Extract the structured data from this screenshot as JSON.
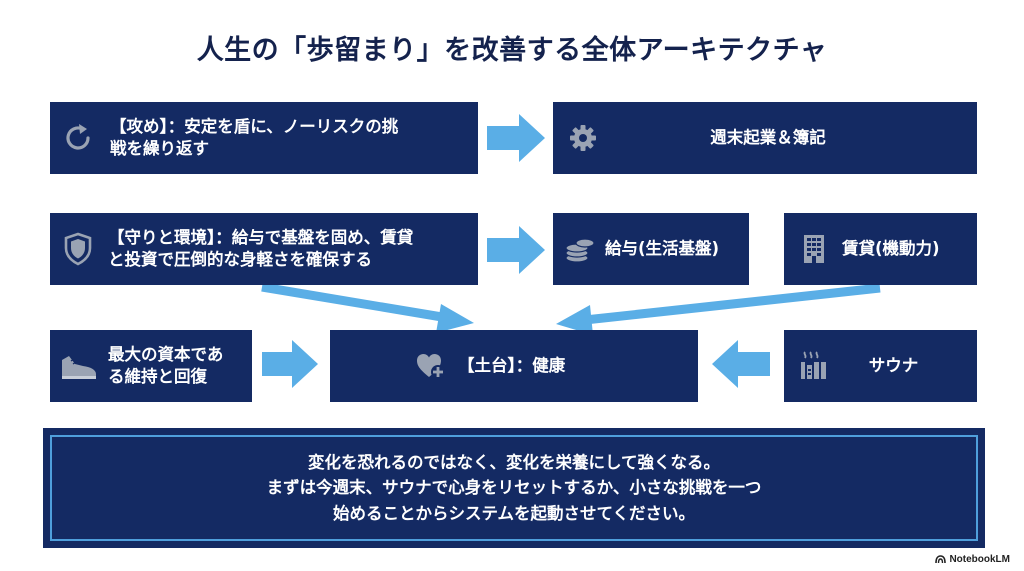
{
  "title": "人生の「歩留まり」を改善する全体アーキテクチャ",
  "row1": {
    "attack": {
      "icon": "refresh-icon",
      "line1": "【攻め】：安定を盾に、ノーリスクの挑",
      "line2": "戦を繰り返す"
    },
    "side_business": {
      "icon": "gear-icon",
      "label": "週末起業＆簿記"
    }
  },
  "row2": {
    "defense": {
      "icon": "shield-icon",
      "line1": "【守りと環境】：給与で基盤を固め、賃貸",
      "line2": "と投資で圧倒的な身軽さを確保する"
    },
    "salary": {
      "icon": "coins-icon",
      "label": "給与(生活基盤)"
    },
    "rental": {
      "icon": "building-icon",
      "label": "賃貸(機動力)"
    }
  },
  "row3": {
    "capital": {
      "icon": "shoe-icon",
      "line1": "最大の資本であ",
      "line2": "る維持と回復"
    },
    "foundation": {
      "icon": "heart-plus-icon",
      "label": "【土台】：健康"
    },
    "sauna": {
      "icon": "sauna-icon",
      "label": "サウナ"
    }
  },
  "message": {
    "line1": "変化を恐れるのではなく、変化を栄養にして強くなる。",
    "line2": "まずは今週末、サウナで心身をリセットするか、小さな挑戦を一つ",
    "line3": "始めることからシステムを起動させてください。"
  },
  "colors": {
    "navy": "#142a63",
    "arrow": "#5aaee6",
    "title": "#14224d"
  },
  "watermark": "NotebookLM"
}
